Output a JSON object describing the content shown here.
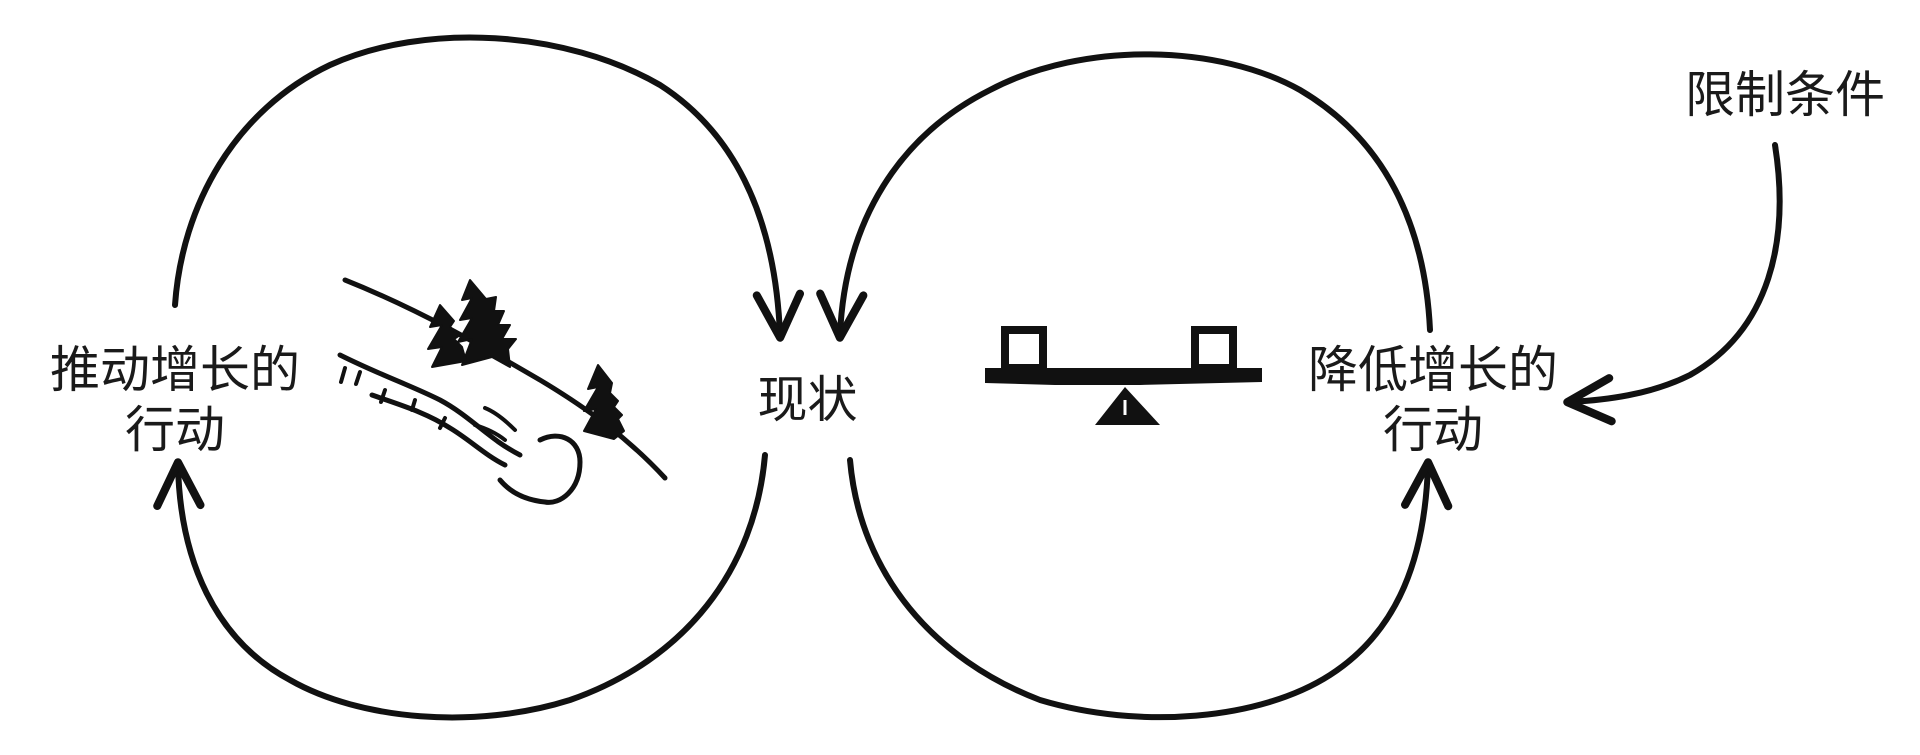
{
  "labels": {
    "reinforcing_action_line1": "推动增长的",
    "reinforcing_action_line2": "行动",
    "current_state": "现状",
    "balancing_action_line1": "降低增长的",
    "balancing_action_line2": "行动",
    "limiting_condition": "限制条件"
  },
  "icons": {
    "left_loop": "snowball-rolling-downhill-icon",
    "right_loop": "seesaw-balance-icon"
  },
  "colors": {
    "ink": "#111111",
    "background": "#ffffff"
  }
}
